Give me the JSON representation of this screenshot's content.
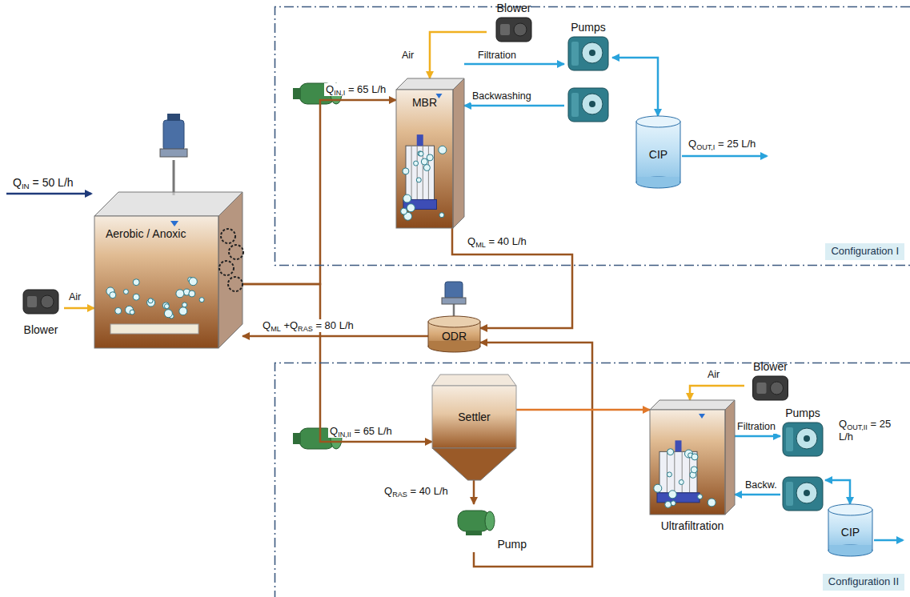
{
  "diagram": {
    "nodes": [
      {
        "text": [
          "Configuration I"
        ]
      },
      {
        "text": [
          "Blower"
        ],
        "in": 0
      },
      {
        "text": [
          "MBR"
        ],
        "in": 0
      },
      {
        "text": [
          "Pumps"
        ],
        "in": 0
      },
      {
        "text": [
          "CIP"
        ],
        "in": 0
      },
      {
        "text": [
          "Aerobic / Anoxic"
        ]
      },
      {
        "text": [
          "Blower"
        ]
      },
      {
        "text": [
          "ODR"
        ]
      },
      {
        "text": [
          "Configuration II"
        ]
      },
      {
        "text": [
          "Blower"
        ],
        "in": 8
      },
      {
        "text": [
          "Settler"
        ],
        "in": 8
      },
      {
        "text": [
          "Ultrafiltration"
        ],
        "in": 8
      },
      {
        "text": [
          "Pumps"
        ],
        "in": 8
      },
      {
        "text": [
          "CIP"
        ],
        "in": 8
      },
      {
        "text": [
          "Pump"
        ],
        "in": 8
      }
    ],
    "edges": [
      {
        "from": 1,
        "to": 2,
        "arrow": "to",
        "label": "Air"
      },
      {
        "from": 2,
        "to": 3,
        "arrow": "to",
        "label": "Filtration"
      },
      {
        "from": 3,
        "to": 2,
        "arrow": "to",
        "label": "Backwashing"
      },
      {
        "from": 3,
        "to": 4,
        "arrow": "both"
      },
      {
        "from": 5,
        "to": 2,
        "arrow": "to",
        "label": "QIN,I = 65 L/h"
      },
      {
        "from": 2,
        "to": 7,
        "arrow": "to",
        "label": "QML = 40 L/h"
      },
      {
        "from": 7,
        "to": 5,
        "arrow": "to",
        "label": "QML +QRAS = 80 L/h"
      },
      {
        "from": 6,
        "to": 5,
        "arrow": "to",
        "label": "Air"
      },
      {
        "from": 5,
        "to": 10,
        "arrow": "to",
        "label": "QIN,II = 65 L/h"
      },
      {
        "from": 10,
        "to": 14,
        "arrow": "to",
        "label": "QRAS = 40 L/h"
      },
      {
        "from": 14,
        "to": 7,
        "arrow": "to"
      },
      {
        "from": 10,
        "to": 11,
        "arrow": "to"
      },
      {
        "from": 9,
        "to": 11,
        "arrow": "to",
        "label": "Air"
      },
      {
        "from": 11,
        "to": 12,
        "arrow": "to",
        "label": "Filtration"
      },
      {
        "from": 12,
        "to": 11,
        "arrow": "to",
        "label": "Backw."
      },
      {
        "from": 12,
        "to": 13,
        "arrow": "both"
      }
    ],
    "labels": [
      "QIN = 50 L/h",
      "QOUT,I = 25 L/h",
      "QOUT,II = 25 L/h"
    ]
  }
}
